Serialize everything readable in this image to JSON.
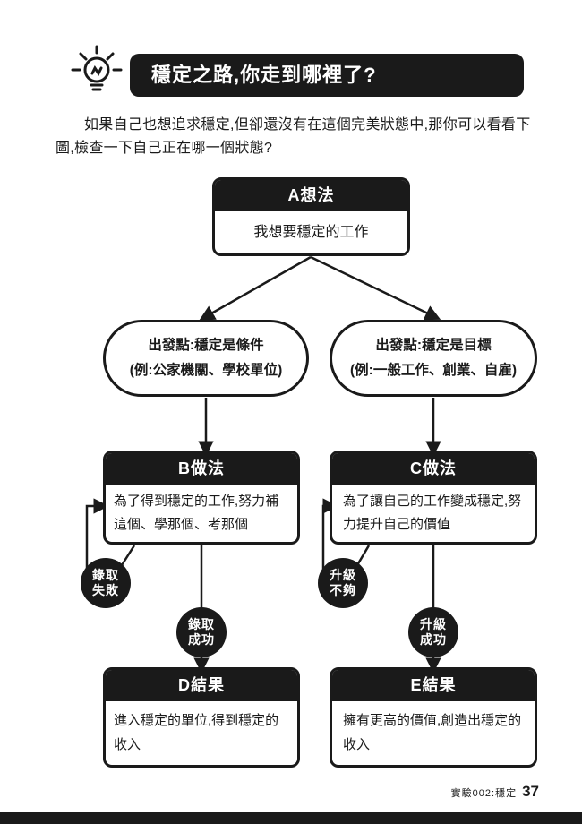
{
  "header": {
    "title": "穩定之路,你走到哪裡了?",
    "icon": "lightbulb-icon"
  },
  "intro": {
    "text": "如果自己也想追求穩定,但卻還沒有在這個完美狀態中,那你可以看看下圖,檢查一下自己正在哪一個狀態?"
  },
  "flowchart": {
    "node_a": {
      "header": "A想法",
      "body": "我想要穩定的工作"
    },
    "start_left": {
      "line1": "出發點:穩定是條件",
      "line2": "(例:公家機關、學校單位)"
    },
    "start_right": {
      "line1": "出發點:穩定是目標",
      "line2": "(例:一般工作、創業、自雇)"
    },
    "node_b": {
      "header": "B做法",
      "body": "為了得到穩定的工作,努力補這個、學那個、考那個"
    },
    "node_c": {
      "header": "C做法",
      "body": "為了讓自己的工作變成穩定,努力提升自己的價值"
    },
    "loop_left": {
      "line1": "錄取",
      "line2": "失敗"
    },
    "loop_right": {
      "line1": "升級",
      "line2": "不夠"
    },
    "proceed_left": {
      "line1": "錄取",
      "line2": "成功"
    },
    "proceed_right": {
      "line1": "升級",
      "line2": "成功"
    },
    "node_d": {
      "header": "D結果",
      "body": "進入穩定的單位,得到穩定的收入"
    },
    "node_e": {
      "header": "E結果",
      "body": "擁有更高的價值,創造出穩定的收入"
    }
  },
  "footer": {
    "label": "實驗002:穩定",
    "page_number": "37"
  },
  "colors": {
    "ink": "#1a1a1a",
    "paper": "#ffffff"
  }
}
